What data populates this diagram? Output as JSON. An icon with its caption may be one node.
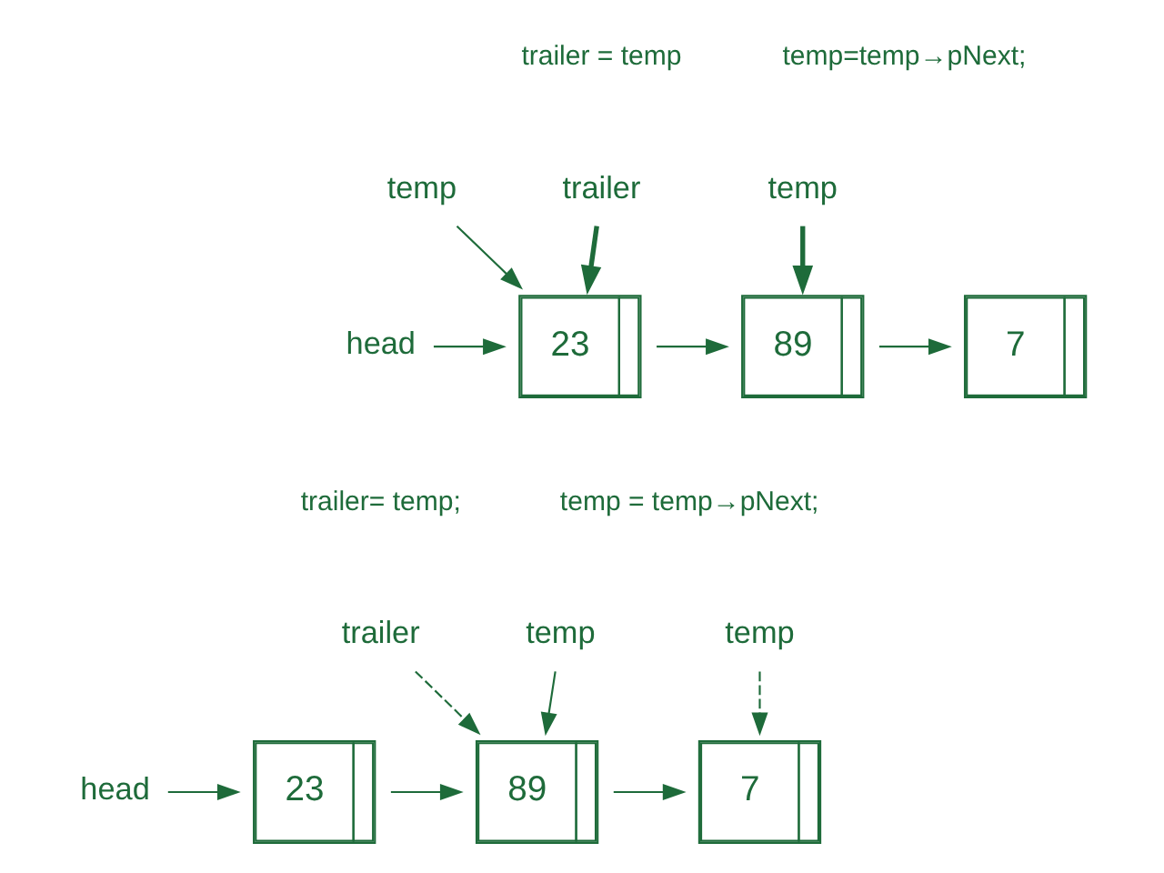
{
  "diagram": {
    "nodes": [
      {
        "text": [
          "trailer"
        ]
      },
      {
        "text": [
          "temp"
        ]
      },
      {
        "text": [
          "temp"
        ]
      },
      {
        "text": [
          "head"
        ]
      },
      {
        "text": [
          "23"
        ]
      },
      {
        "text": [
          "89"
        ]
      },
      {
        "text": [
          "7"
        ]
      },
      {
        "text": [
          "trailer"
        ]
      },
      {
        "text": [
          "temp"
        ]
      },
      {
        "text": [
          "temp"
        ]
      },
      {
        "text": [
          "head"
        ]
      },
      {
        "text": [
          "23"
        ]
      },
      {
        "text": [
          "89"
        ]
      },
      {
        "text": [
          "7"
        ]
      }
    ],
    "edges": [
      {
        "from": 0,
        "to": 4,
        "arrow": "to",
        "style": "thick"
      },
      {
        "from": 1,
        "to": 4,
        "arrow": "to"
      },
      {
        "from": 2,
        "to": 5,
        "arrow": "to",
        "style": "thick"
      },
      {
        "from": 3,
        "to": 4,
        "arrow": "to"
      },
      {
        "from": 4,
        "to": 5,
        "arrow": "to"
      },
      {
        "from": 5,
        "to": 6,
        "arrow": "to"
      },
      {
        "from": 7,
        "to": 12,
        "arrow": "to",
        "style": "dashed"
      },
      {
        "from": 8,
        "to": 12,
        "arrow": "to"
      },
      {
        "from": 9,
        "to": 13,
        "arrow": "to",
        "style": "dashed"
      },
      {
        "from": 10,
        "to": 11,
        "arrow": "to"
      },
      {
        "from": 11,
        "to": 12,
        "arrow": "to"
      },
      {
        "from": 12,
        "to": 13,
        "arrow": "to"
      }
    ],
    "labels": [
      "trailer = temp",
      "temp=temp→pNext;",
      "trailer= temp;",
      "temp = temp→pNext;"
    ]
  }
}
